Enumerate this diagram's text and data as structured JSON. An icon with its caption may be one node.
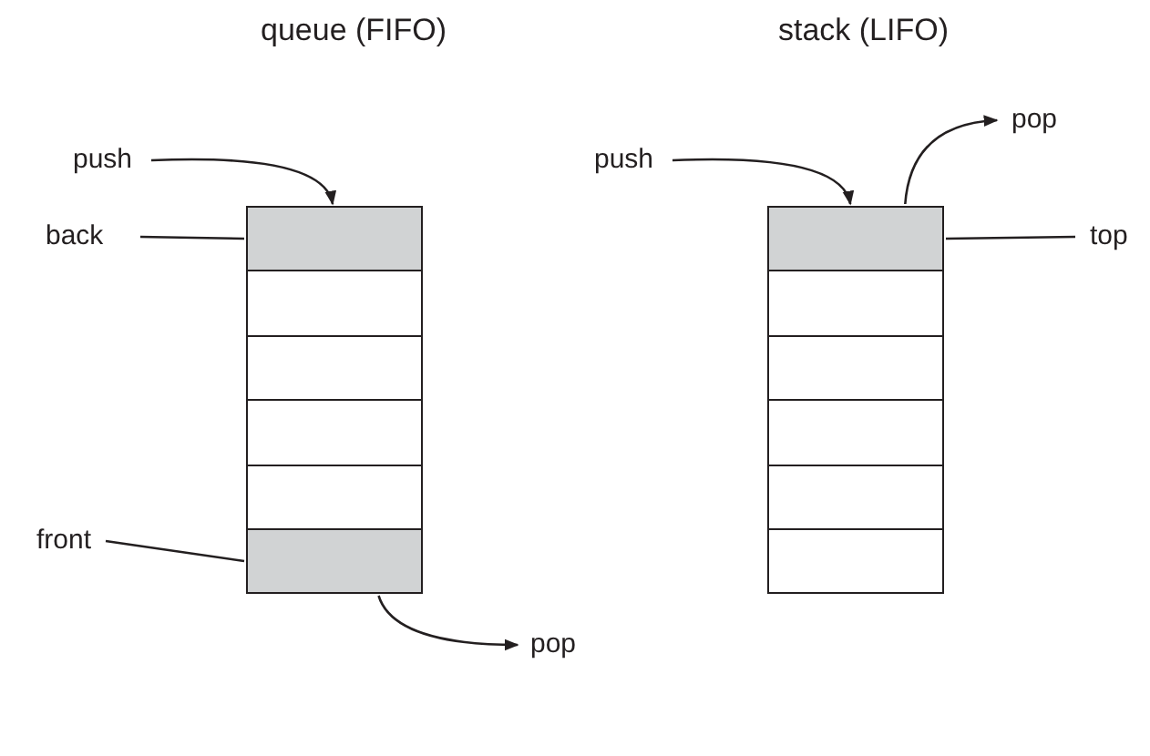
{
  "diagram": {
    "nodes": [
      {
        "text": [
          "push"
        ]
      },
      {
        "text": [
          "back"
        ]
      },
      {
        "text": [],
        "shape": "box"
      },
      {
        "text": [],
        "shape": "box"
      },
      {
        "text": [],
        "shape": "box"
      },
      {
        "text": [],
        "shape": "box"
      },
      {
        "text": [],
        "shape": "box"
      },
      {
        "text": [],
        "shape": "box"
      },
      {
        "text": [
          "front"
        ]
      },
      {
        "text": [
          "pop"
        ]
      },
      {
        "text": [
          "push"
        ]
      },
      {
        "text": [
          "pop"
        ]
      },
      {
        "text": [],
        "shape": "box"
      },
      {
        "text": [],
        "shape": "box"
      },
      {
        "text": [],
        "shape": "box"
      },
      {
        "text": [],
        "shape": "box"
      },
      {
        "text": [],
        "shape": "box"
      },
      {
        "text": [],
        "shape": "box"
      },
      {
        "text": [
          "top"
        ]
      }
    ],
    "edges": [
      {
        "from": 0,
        "to": 2,
        "arrow": "to"
      },
      {
        "from": 1,
        "to": 2,
        "arrow": "none"
      },
      {
        "from": 8,
        "to": 7,
        "arrow": "none"
      },
      {
        "from": 7,
        "to": 9,
        "arrow": "to"
      },
      {
        "from": 10,
        "to": 12,
        "arrow": "to"
      },
      {
        "from": 12,
        "to": 11,
        "arrow": "to"
      },
      {
        "from": 18,
        "to": 12,
        "arrow": "none"
      }
    ],
    "labels": [
      "queue (FIFO)",
      "stack (LIFO)"
    ]
  }
}
